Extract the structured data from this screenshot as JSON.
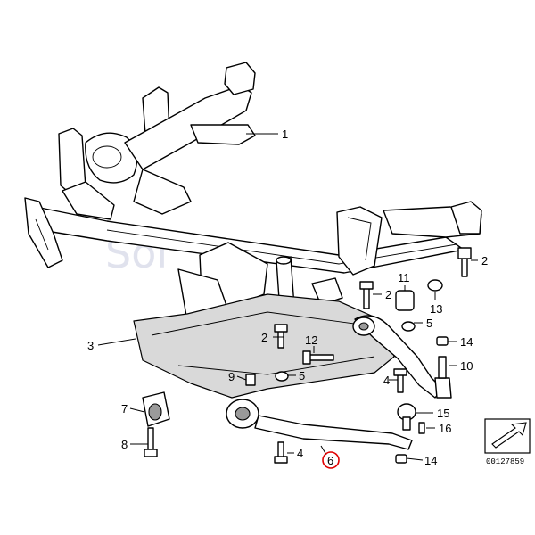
{
  "diagram": {
    "callouts": [
      {
        "id": "c1",
        "label": "1"
      },
      {
        "id": "c2a",
        "label": "2"
      },
      {
        "id": "c2b",
        "label": "2"
      },
      {
        "id": "c2c",
        "label": "2"
      },
      {
        "id": "c3",
        "label": "3"
      },
      {
        "id": "c4a",
        "label": "4"
      },
      {
        "id": "c4b",
        "label": "4"
      },
      {
        "id": "c5a",
        "label": "5"
      },
      {
        "id": "c5b",
        "label": "5"
      },
      {
        "id": "c6",
        "label": "6",
        "highlighted": true
      },
      {
        "id": "c7",
        "label": "7"
      },
      {
        "id": "c8",
        "label": "8"
      },
      {
        "id": "c9",
        "label": "9"
      },
      {
        "id": "c10",
        "label": "10"
      },
      {
        "id": "c11",
        "label": "11"
      },
      {
        "id": "c12",
        "label": "12"
      },
      {
        "id": "c13",
        "label": "13"
      },
      {
        "id": "c14a",
        "label": "14"
      },
      {
        "id": "c14b",
        "label": "14"
      },
      {
        "id": "c15",
        "label": "15"
      },
      {
        "id": "c16",
        "label": "16"
      }
    ],
    "reference_number": "00127859",
    "watermark": "Sol",
    "highlight_color": "#e00000"
  }
}
